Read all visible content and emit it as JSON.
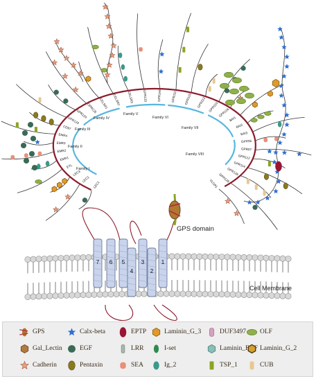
{
  "families": {
    "I": "Family I",
    "II": "Family II",
    "III": "Family III",
    "IV": "Family IV",
    "V": "Family V",
    "VI": "Family VI",
    "VII": "Family VII",
    "VIII": "Family VIII"
  },
  "receptors": [
    "LEC1",
    "LEC2",
    "LEC3",
    "ETL",
    "EMR1",
    "EMR2",
    "EMR3",
    "EMR4",
    "CD97",
    "GPR123",
    "GPR124",
    "GPR125",
    "CELSR1",
    "CELSR2",
    "CELSR3",
    "GPR133",
    "GPR144",
    "GPR111",
    "GPR115",
    "GPR113",
    "GPR110",
    "GPR116",
    "BAI1",
    "BAI2",
    "BAI3",
    "GPR56",
    "GPR97",
    "GPR112",
    "GPR114",
    "GPR126",
    "GPR128",
    "VLGR1"
  ],
  "tm_helices": [
    "7",
    "6",
    "5",
    "4",
    "3",
    "2",
    "1"
  ],
  "labels": {
    "gps_domain": "GPS domain",
    "cell_membrane": "Cell Membrane"
  },
  "legend": [
    {
      "label": "GPS",
      "icon": "gps-icon"
    },
    {
      "label": "Calx-beta",
      "icon": "calx-beta-icon"
    },
    {
      "label": "EPTP",
      "icon": "eptp-icon"
    },
    {
      "label": "Laminin_G_3",
      "icon": "laminin-g3-icon"
    },
    {
      "label": "DUF3497",
      "icon": "duf3497-icon"
    },
    {
      "label": "OLF",
      "icon": "olf-icon"
    },
    {
      "label": "Gal_Lectin",
      "icon": "gal-lectin-icon"
    },
    {
      "label": "EGF",
      "icon": "egf-icon"
    },
    {
      "label": "LRR",
      "icon": "lrr-icon"
    },
    {
      "label": "I-set",
      "icon": "i-set-icon"
    },
    {
      "label": "Laminin_EGF",
      "icon": "laminin-egf-icon"
    },
    {
      "label": "Laminin_G_2",
      "icon": "laminin-g2-icon"
    },
    {
      "label": "Cadherin",
      "icon": "cadherin-icon"
    },
    {
      "label": "Pentaxin",
      "icon": "pentaxin-icon"
    },
    {
      "label": "SEA",
      "icon": "sea-icon"
    },
    {
      "label": "Ig_2",
      "icon": "ig2-icon"
    },
    {
      "label": "TSP_1",
      "icon": "tsp1-icon"
    },
    {
      "label": "CUB",
      "icon": "cub-icon"
    }
  ],
  "colors": {
    "backbone": "#8b1a2b",
    "family_arc": "#58b6e0",
    "helix_fill": "#c9d4ec",
    "helix_stroke": "#6a7a9a",
    "lipid_head": "#d8d8d8",
    "calx_beta": "#2f6fd0",
    "cadherin": "#e8a080",
    "egf": "#3a6a55",
    "olf": "#8fb04a",
    "laminin_g3": "#e09a2a",
    "eptp": "#9a1434"
  }
}
